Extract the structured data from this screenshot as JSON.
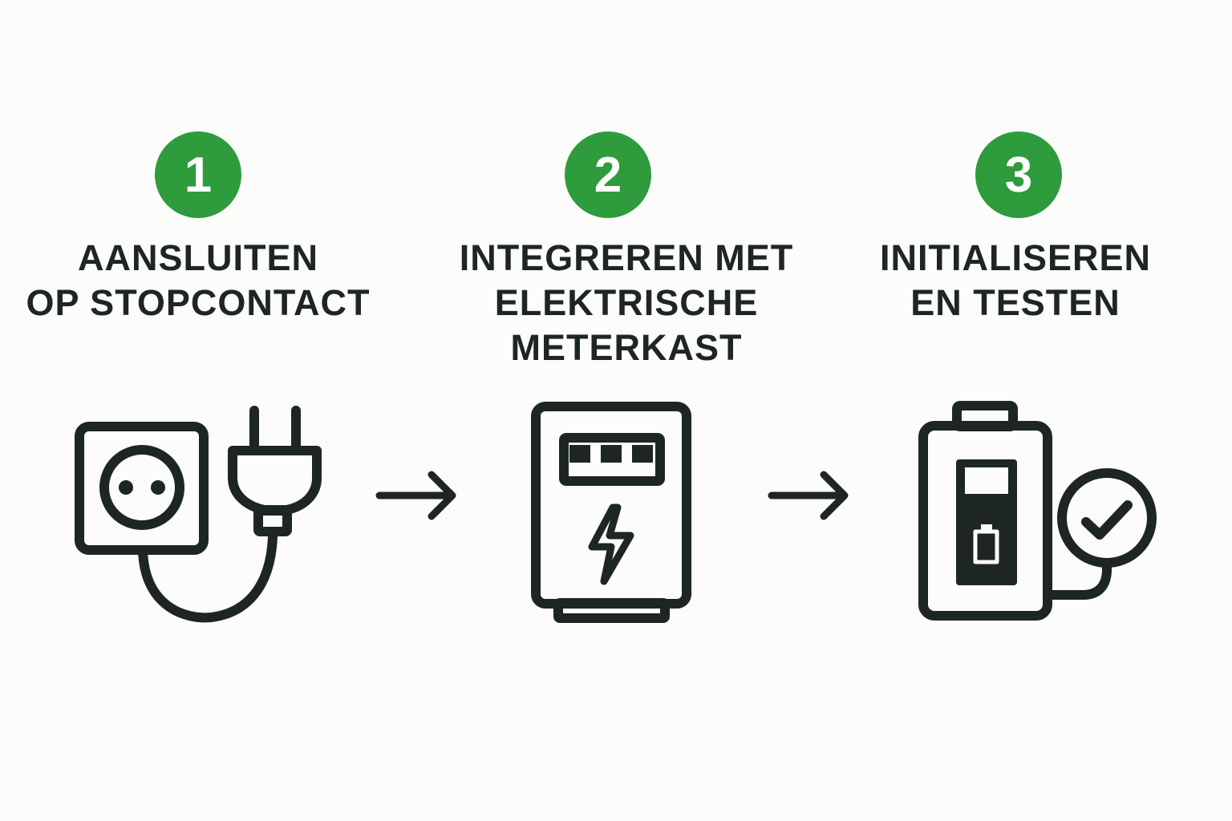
{
  "colors": {
    "accent": "#2e9b3c",
    "ink": "#1d2623",
    "background": "#fcfcfa"
  },
  "steps": [
    {
      "number": "1",
      "title_lines": [
        "AANSLUITEN",
        "OP STOPCONTACT"
      ],
      "icon": "power-outlet-with-plug-icon"
    },
    {
      "number": "2",
      "title_lines": [
        "INTEGREREN MET",
        "ELEKTRISCHE",
        "METERKAST"
      ],
      "icon": "electrical-meter-cabinet-icon"
    },
    {
      "number": "3",
      "title_lines": [
        "INITIALISEREN",
        "EN TESTEN"
      ],
      "icon": "battery-with-checkmark-icon"
    }
  ],
  "connectors": [
    "arrow-right-icon",
    "arrow-right-icon"
  ]
}
